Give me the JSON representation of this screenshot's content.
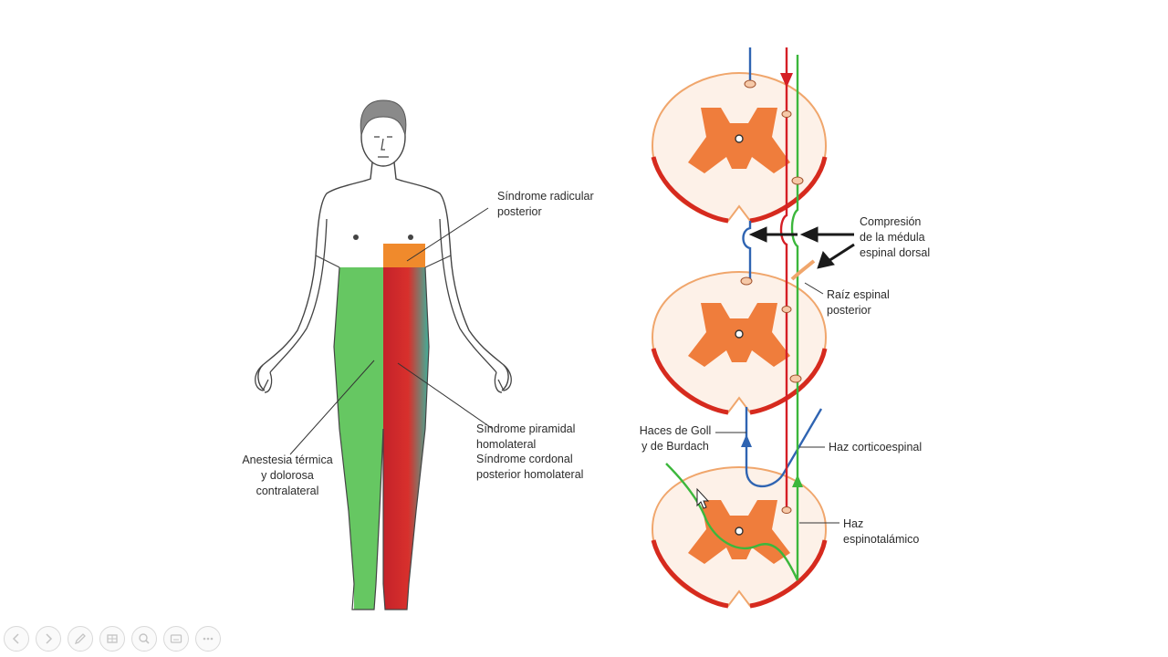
{
  "labels": {
    "radicular": "Síndrome radicular\nposterior",
    "anestesia": "Anestesia térmica\ny dolorosa\ncontralateral",
    "piramidal_1": "Síndrome piramidal",
    "piramidal_2": "homolateral",
    "cordonal_1": "Síndrome cordonal",
    "cordonal_2": "posterior homolateral",
    "compresion": "Compresión\nde la médula\nespinal dorsal",
    "raiz": "Raíz espinal\nposterior",
    "goll": "Haces de Goll\ny de Burdach",
    "corticoespinal": "Haz corticoespinal",
    "espinotalamico": "Haz\nespinotalámico"
  },
  "colors": {
    "cord_fill": "#fdf1e8",
    "cord_outline": "#f0a66c",
    "cord_rim": "#d62a1e",
    "gray_matter": "#ef7d3c",
    "tract_blue": "#2f64b2",
    "tract_red": "#d51f26",
    "tract_green": "#3cb73c",
    "leg_green": "#5ec45a",
    "leg_red": "#d62c2c",
    "chest_orange": "#f08a2c",
    "body_outline": "#444444",
    "hair": "#8a8a8a"
  },
  "toolbar": {
    "buttons": [
      {
        "name": "previous-slide-button",
        "icon": "arrow-left-icon"
      },
      {
        "name": "next-slide-button",
        "icon": "arrow-right-icon"
      },
      {
        "name": "pen-tool-button",
        "icon": "pen-icon"
      },
      {
        "name": "slides-grid-button",
        "icon": "slides-icon"
      },
      {
        "name": "zoom-button",
        "icon": "magnifier-icon"
      },
      {
        "name": "subtitles-button",
        "icon": "captions-icon"
      },
      {
        "name": "more-options-button",
        "icon": "ellipsis-icon"
      }
    ]
  }
}
